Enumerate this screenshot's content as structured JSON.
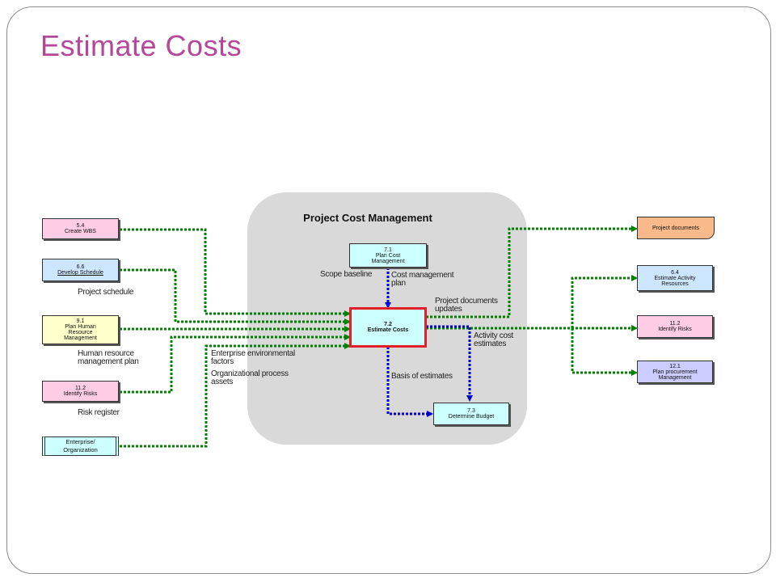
{
  "slide": {
    "title": "Estimate Costs",
    "panel_title": "Project Cost Management"
  },
  "colors": {
    "title": "#b5479a",
    "pink": "#ffcce6",
    "blue": "#cce6ff",
    "yellow": "#ffffcc",
    "cyan": "#ccffff",
    "lavender": "#ccccff",
    "orange": "#f9b98a",
    "green_arrow": "#008000",
    "blue_arrow": "#0000cc",
    "highlight": "#e21f26"
  },
  "inputs": [
    {
      "id": "5.4",
      "name": "Create WBS"
    },
    {
      "id": "6.6",
      "name": "Develop Schedule"
    },
    {
      "id": "9.1",
      "name": "Plan Human Resource Management"
    },
    {
      "id": "11.2",
      "name": "Identify Risks"
    },
    {
      "name": "Enterprise/ Organization"
    }
  ],
  "input_labels": {
    "project_schedule": "Project schedule",
    "hr_plan": "Human resource management plan",
    "risk_register": "Risk register",
    "scope_baseline": "Scope baseline",
    "eef": "Enterprise environmental factors",
    "opa": "Organizational process assets"
  },
  "process": {
    "plan": {
      "id": "7.1",
      "name": "Plan Cost Management"
    },
    "estimate": {
      "id": "7.2",
      "name": "Estimate Costs"
    },
    "budget": {
      "id": "7.3",
      "name": "Determine Budget"
    }
  },
  "internal_labels": {
    "cost_plan": "Cost management plan",
    "basis": "Basis of estimates",
    "activity_cost": "Activity cost estimates",
    "doc_updates": "Project documents updates"
  },
  "outputs": [
    {
      "name": "Project documents"
    },
    {
      "id": "6.4",
      "name": "Estimate Activity Resources"
    },
    {
      "id": "11.2",
      "name": "Identify Risks"
    },
    {
      "id": "12.1",
      "name": "Plan procurement Management"
    }
  ]
}
